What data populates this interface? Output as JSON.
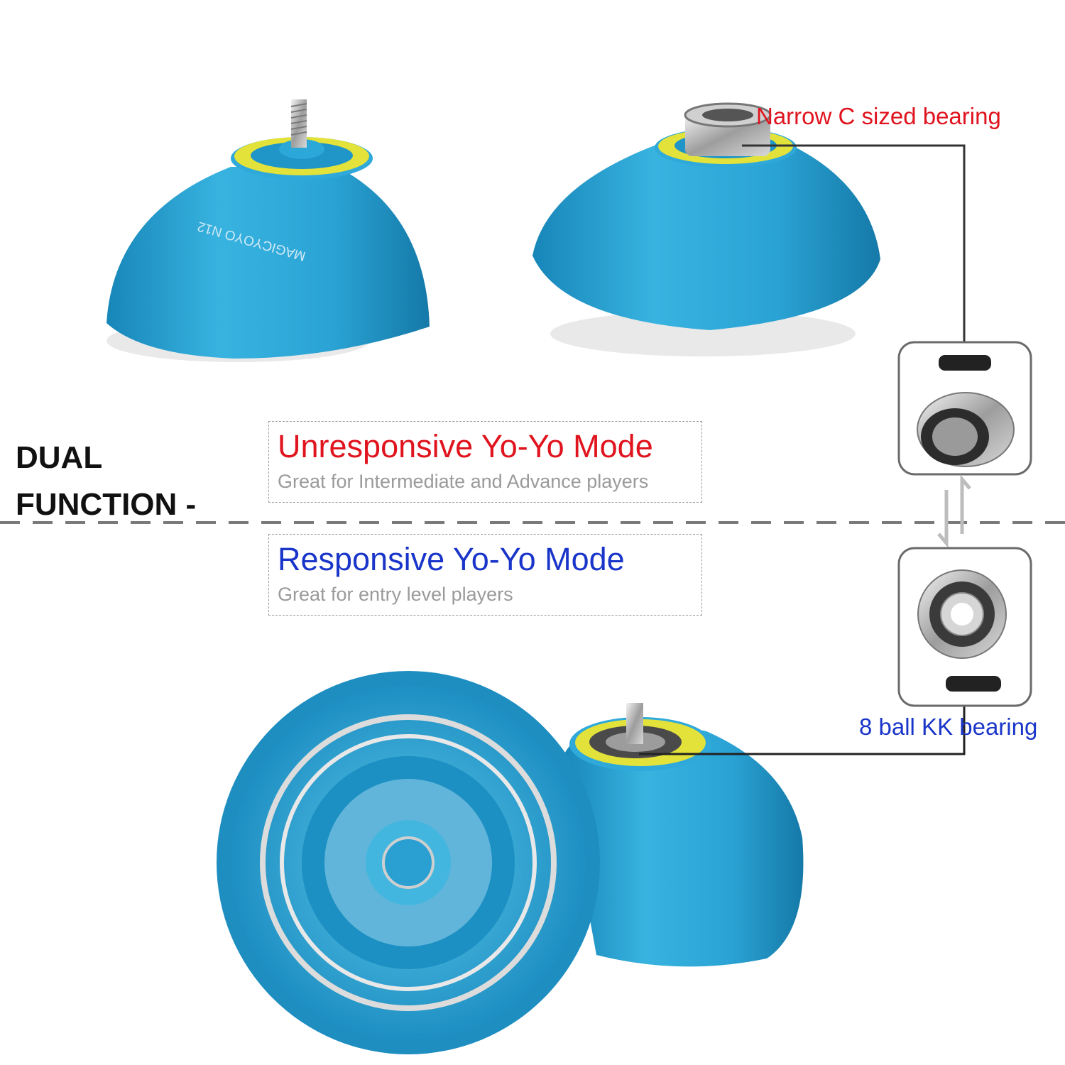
{
  "heading": {
    "line1": "DUAL",
    "line2": "FUNCTION -"
  },
  "unresponsive_mode": {
    "title_part1": "Unresponsive",
    "title_part2": "Yo-Yo Mode",
    "subtitle": "Great for Intermediate and Advance players",
    "color": "#e0141e"
  },
  "responsive_mode": {
    "title": "Responsive Yo-Yo Mode",
    "subtitle": "Great for entry level players",
    "color": "#1a35c9"
  },
  "callouts": {
    "narrow_bearing": "Narrow C sized bearing",
    "kk_bearing": "8 ball KK bearing"
  },
  "engraving": "MAGICYOYO N12",
  "colors": {
    "yoyo_body": "#2aa6d6",
    "response_ring": "#e3e23a",
    "divider": "#7a7a7a"
  },
  "icons": [
    "yoyo",
    "narrow-c-bearing",
    "8-ball-kk-bearing",
    "axle-screw",
    "swap-arrows"
  ]
}
